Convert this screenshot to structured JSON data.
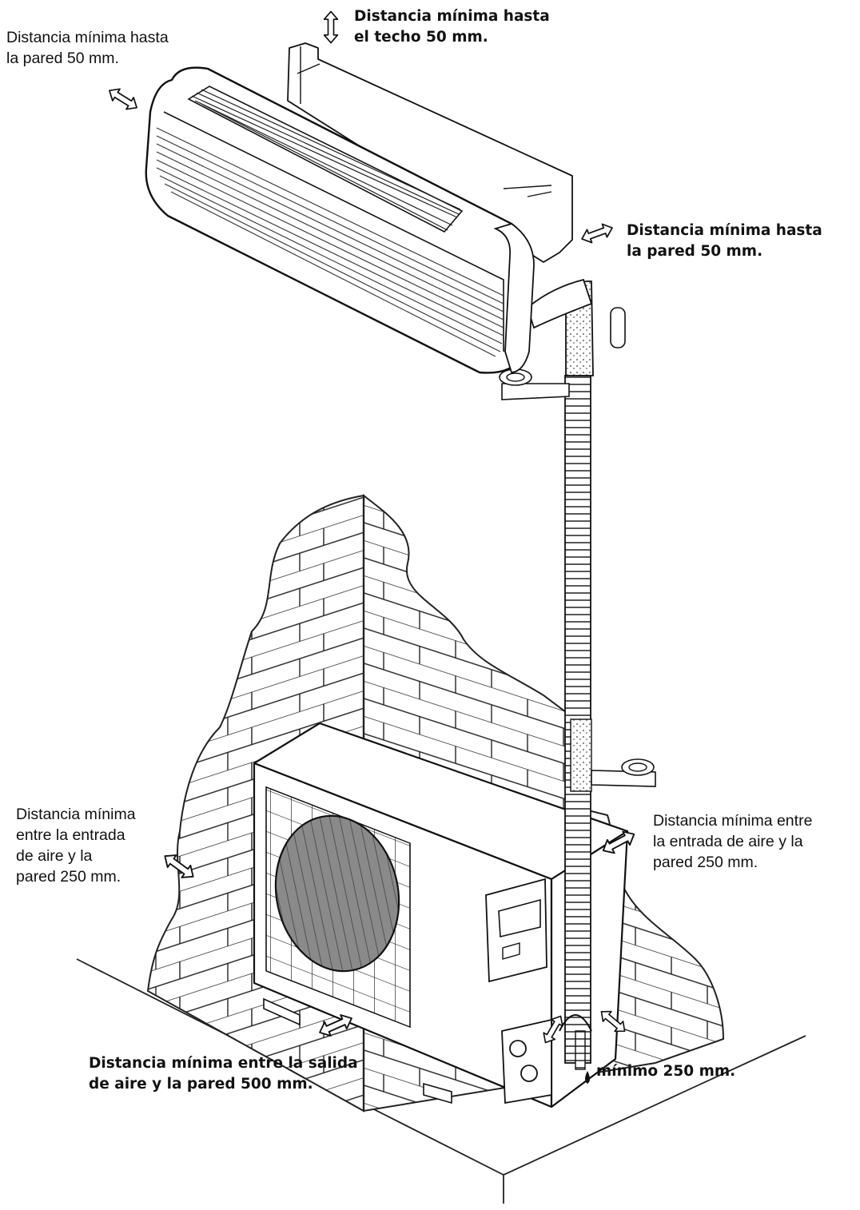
{
  "labels": {
    "ceiling": [
      "Distancia mínima hasta",
      "el techo 50 mm."
    ],
    "wall_left_indoor": [
      "Distancia mínima hasta",
      "la pared 50 mm."
    ],
    "wall_right_indoor": [
      "Distancia mínima hasta",
      "la pared 50 mm."
    ],
    "air_inlet_left": [
      "Distancia mínima",
      "entre la entrada",
      "de aire y la",
      "pared 250 mm."
    ],
    "air_inlet_right": [
      "Distancia mínima entre",
      "la entrada de aire y la",
      "pared 250 mm."
    ],
    "air_outlet": [
      "Distancia mínima entre la salida",
      "de aire y la pared 500 mm."
    ],
    "minimum_front": "mínimo 250 mm."
  },
  "colors": {
    "ink": "#111111",
    "fan_fill": "#8a8a8a",
    "paper": "#ffffff"
  }
}
